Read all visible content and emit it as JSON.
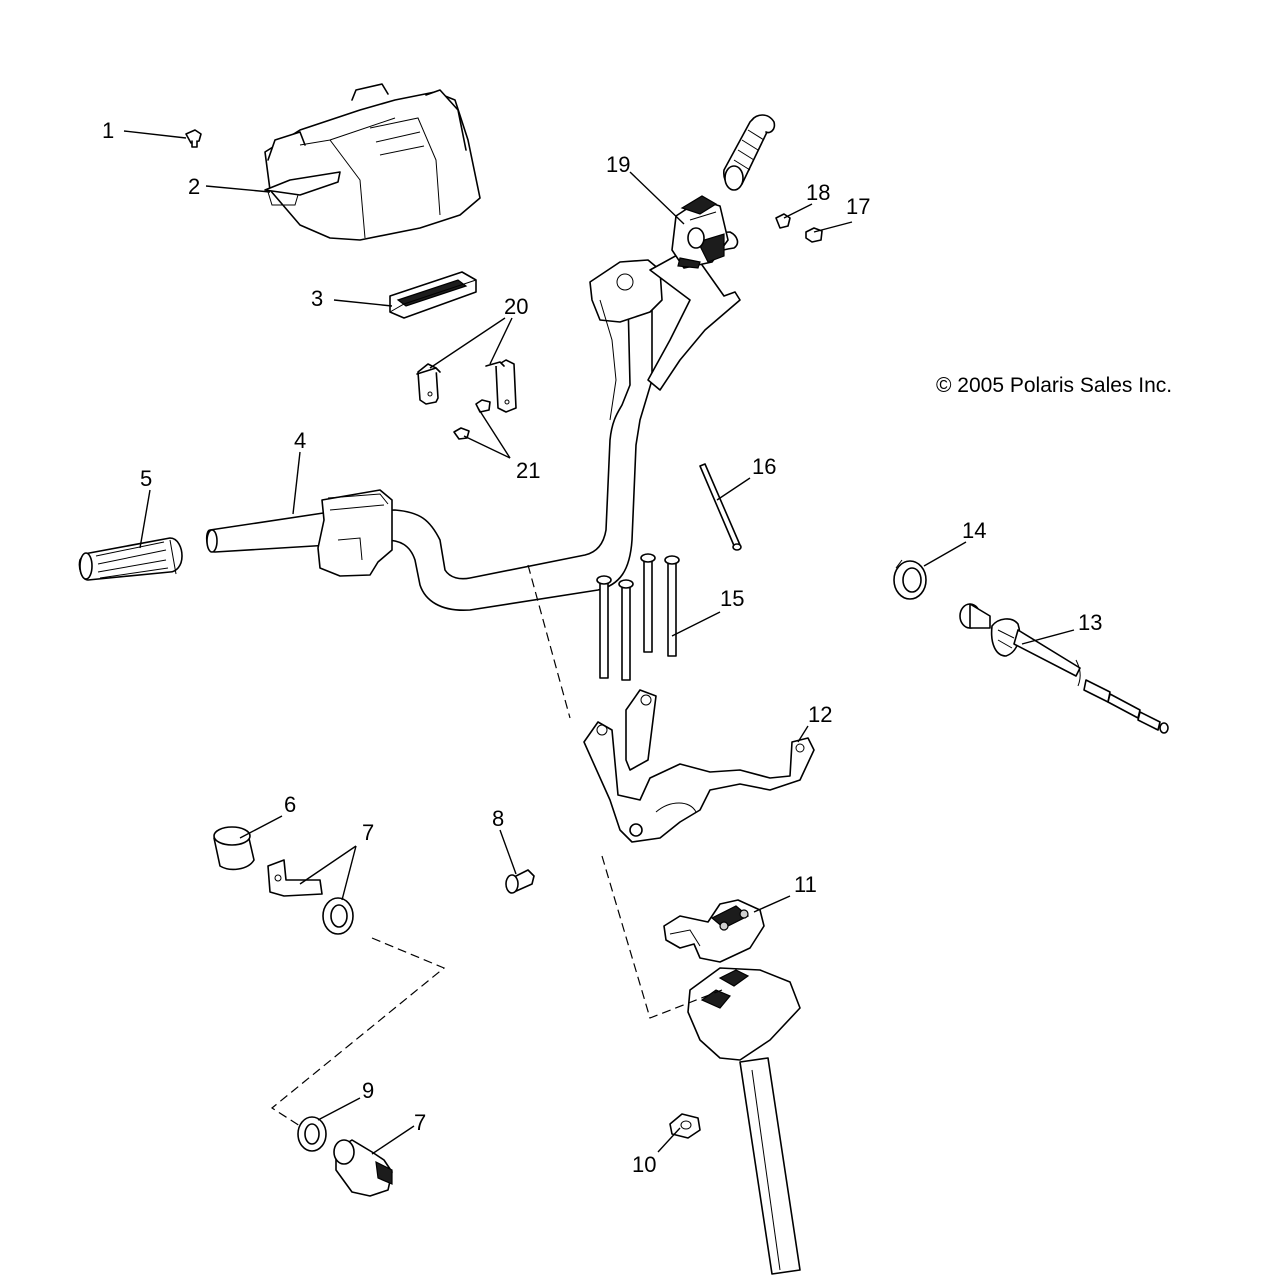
{
  "copyright": "© 2005 Polaris Sales Inc.",
  "callouts": [
    "1",
    "2",
    "3",
    "4",
    "5",
    "6",
    "7",
    "8",
    "9",
    "10",
    "11",
    "12",
    "13",
    "14",
    "15",
    "16",
    "17",
    "18",
    "19",
    "20",
    "21",
    "7"
  ]
}
